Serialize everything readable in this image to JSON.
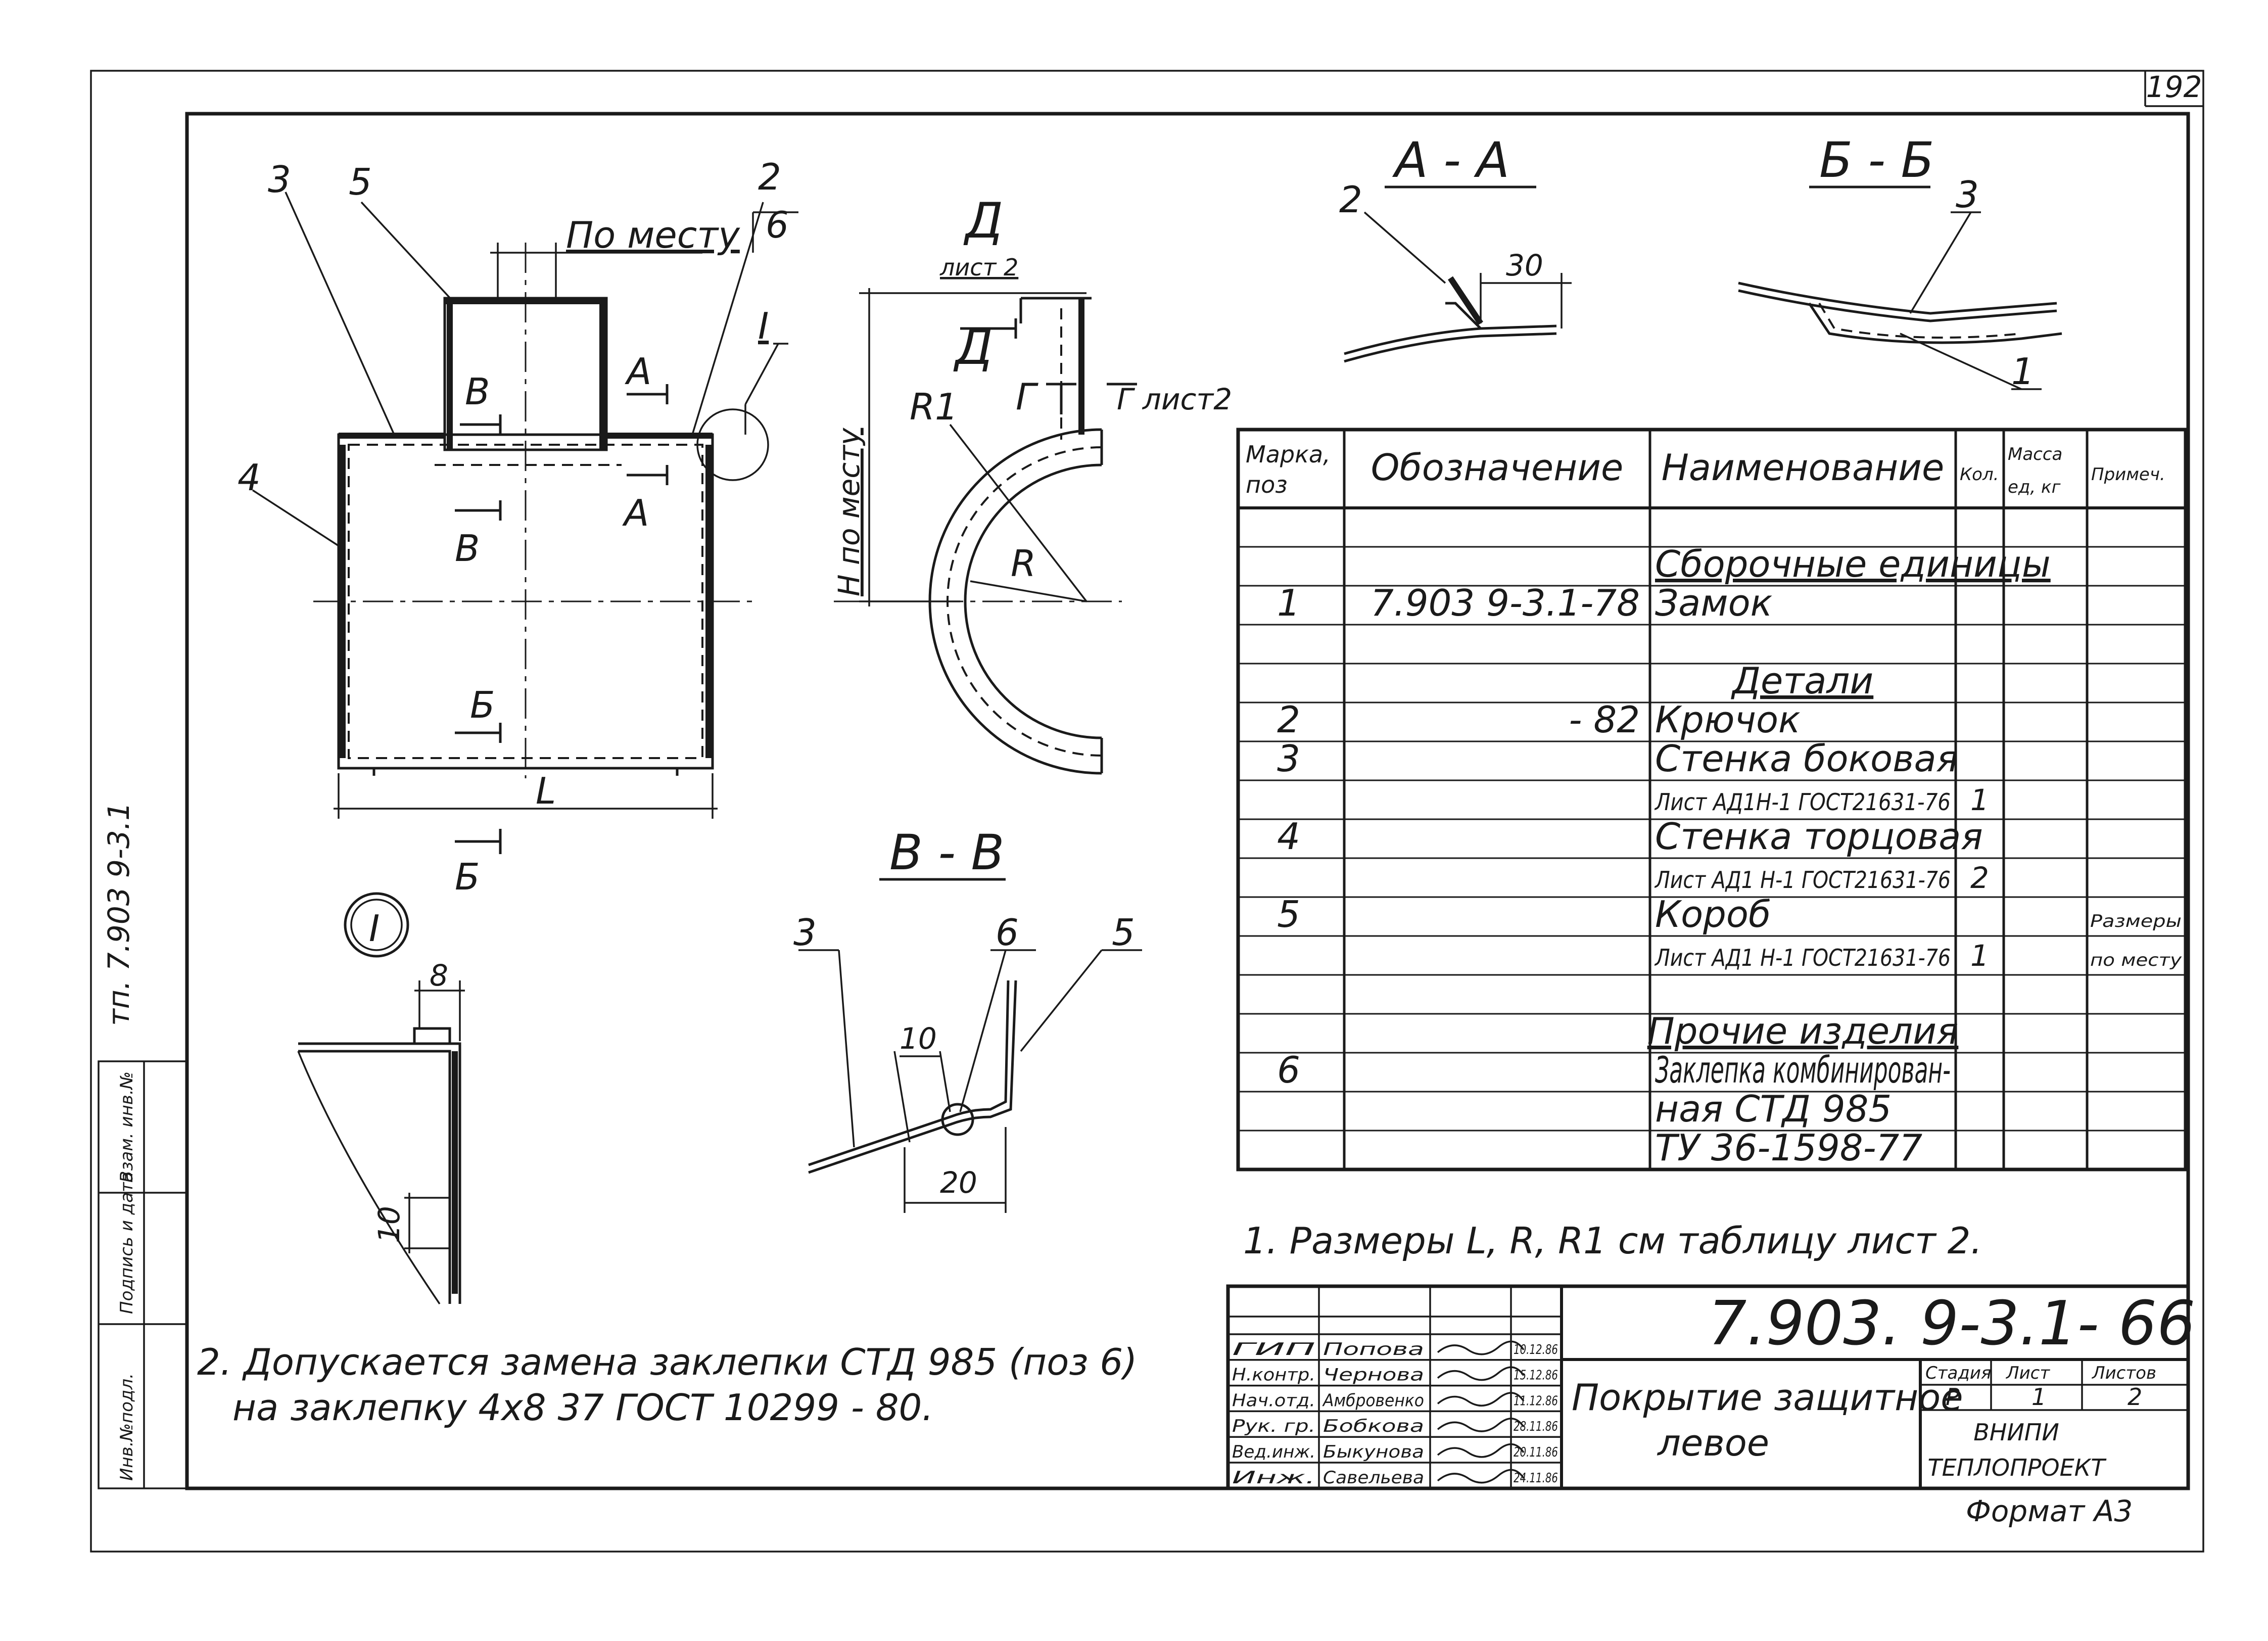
{
  "sheet_number": "192",
  "side_code": "тп. 7.903 9-3.1",
  "plan_view": {
    "labels": [
      "3",
      "5",
      "2",
      "6",
      "4",
      "I"
    ],
    "po_mestu": "По месту",
    "section_marks": [
      "А",
      "А",
      "В",
      "В",
      "Б",
      "Б"
    ],
    "dim_L": "L"
  },
  "side_view": {
    "mark_D": "Д",
    "list2_top": "лист 2",
    "mark_D2": "Д",
    "mark_G": "Г",
    "mark_G_list": "Г лист2",
    "dim_H": "Н по месту",
    "R1": "R1",
    "R": "R"
  },
  "section_AA": {
    "title": "А - А",
    "label": "2",
    "dim": "30"
  },
  "section_BB": {
    "title": "Б - Б",
    "labels": [
      "3",
      "1"
    ]
  },
  "section_VV": {
    "title": "В - В",
    "labels": [
      "3",
      "6",
      "5"
    ],
    "dim10": "10",
    "dim20": "20"
  },
  "detail_I": {
    "title": "I",
    "dim8": "8",
    "dim10": "10"
  },
  "spec_table": {
    "headers": [
      "Марка, поз",
      "Обозначение",
      "Наименование",
      "Кол.",
      "Масса ед, кг",
      "Примеч."
    ],
    "rows": [
      {
        "mark": "",
        "designation": "",
        "name": "",
        "qty": "",
        "note": ""
      },
      {
        "mark": "",
        "designation": "",
        "name": "Сборочные единицы",
        "qty": "",
        "note": ""
      },
      {
        "mark": "1",
        "designation": "7.903 9-3.1-78",
        "name": "Замок",
        "qty": "",
        "note": ""
      },
      {
        "mark": "",
        "designation": "",
        "name": "",
        "qty": "",
        "note": ""
      },
      {
        "mark": "",
        "designation": "",
        "name": "Детали",
        "qty": "",
        "note": ""
      },
      {
        "mark": "2",
        "designation": "- 82",
        "name": "Крючок",
        "qty": "",
        "note": ""
      },
      {
        "mark": "3",
        "designation": "",
        "name": "Стенка боковая",
        "qty": "",
        "note": ""
      },
      {
        "mark": "",
        "designation": "",
        "name": "Лист АД1Н-1 ГОСТ21631-76",
        "qty": "1",
        "note": ""
      },
      {
        "mark": "4",
        "designation": "",
        "name": "Стенка торцовая",
        "qty": "",
        "note": ""
      },
      {
        "mark": "",
        "designation": "",
        "name": "Лист АД1 Н-1 ГОСТ21631-76",
        "qty": "2",
        "note": ""
      },
      {
        "mark": "5",
        "designation": "",
        "name": "Короб",
        "qty": "",
        "note": "Размеры"
      },
      {
        "mark": "",
        "designation": "",
        "name": "Лист АД1 Н-1 ГОСТ21631-76",
        "qty": "1",
        "note": "по месту"
      },
      {
        "mark": "",
        "designation": "",
        "name": "",
        "qty": "",
        "note": ""
      },
      {
        "mark": "",
        "designation": "",
        "name": "Прочие изделия",
        "qty": "",
        "note": ""
      },
      {
        "mark": "6",
        "designation": "",
        "name": "Заклепка комбинирован-",
        "qty": "",
        "note": ""
      },
      {
        "mark": "",
        "designation": "",
        "name": "ная СТД 985",
        "qty": "",
        "note": ""
      },
      {
        "mark": "",
        "designation": "",
        "name": "ТУ 36-1598-77",
        "qty": "",
        "note": ""
      }
    ]
  },
  "notes": {
    "note1": "1. Размеры L, R, R1  см таблицу лист 2.",
    "note2_line1": "2. Допускается  замена  заклепки  СТД 985 (поз 6)",
    "note2_line2": "на  заклепку   4х8  37  ГОСТ  10299 - 80."
  },
  "title_block": {
    "doc_number": "7.903. 9-3.1- 66",
    "title_line1": "Покрытие защитное",
    "title_line2": "левое",
    "stage_label": "Стадия",
    "stage": "Р",
    "sheet_label": "Лист",
    "sheet": "1",
    "sheets_label": "Листов",
    "sheets": "2",
    "org1": "ВНИПИ",
    "org2": "ТЕПЛОПРОЕКТ",
    "signers": [
      {
        "role": "ГИП",
        "name": "Попова",
        "date": "10.12.86"
      },
      {
        "role": "Н.контр.",
        "name": "Чернова",
        "date": "15.12.86"
      },
      {
        "role": "Нач.отд.",
        "name": "Амбровенко",
        "date": "11.12.86"
      },
      {
        "role": "Рук. гр.",
        "name": "Бобкова",
        "date": "28.11.86"
      },
      {
        "role": "Вед.инж.",
        "name": "Быкунова",
        "date": "20.11.86"
      },
      {
        "role": "Инж.",
        "name": "Савельева",
        "date": "24.11.86"
      }
    ]
  },
  "side_stamp": [
    "Инв.№подл.",
    "Подпись и дата",
    "Взам. инв.№"
  ],
  "format": "Формат А3"
}
